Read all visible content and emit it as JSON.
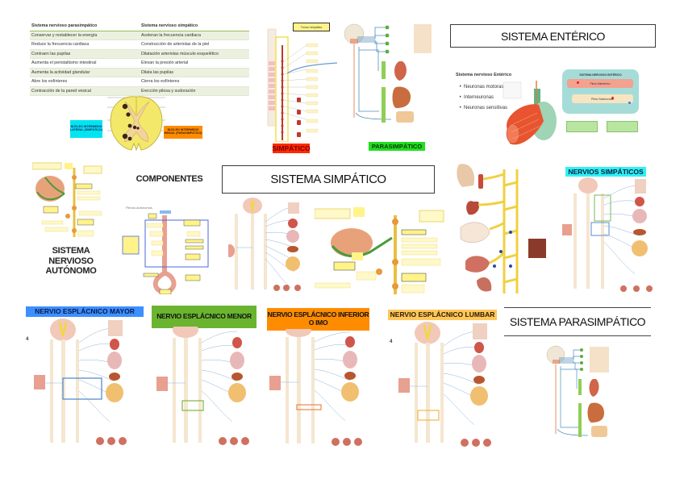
{
  "comparison_table": {
    "headers": [
      "Sistema nervioso parasimpático",
      "Sistema nervioso simpático"
    ],
    "rows": [
      [
        "Conservar y restablecer la energía",
        "Aceleran la frecuencia cardiaca"
      ],
      [
        "Reduce la frecuencia cardiaca",
        "Construcción de arteriolas de la piel"
      ],
      [
        "Contraen las pupilas",
        "Dilatación arteriolas músculo esquelético"
      ],
      [
        "Aumenta el peristaltismo intestinal",
        "Elevan la presión arterial"
      ],
      [
        "Aumenta la actividad glandular",
        "Dilata las pupilas"
      ],
      [
        "Abre los esfínteres",
        "Cierra los esfínteres"
      ],
      [
        "Contracción de la pared vesical",
        "Erección pilosa y sudoración"
      ]
    ]
  },
  "spinal_cord_diagram": {
    "left_label": "NÚCLEO INTERMEDIO LATERAL (SIMPÁTICO)",
    "right_label": "NÚCLEO INTERMEDIO MEDIAL (PARASIMPÁTICO)",
    "colors": {
      "left_label_bg": "#00e5f0",
      "right_label_bg": "#ff8c00"
    }
  },
  "sympathetic_chain_diagram": {
    "callout": "Tronco simpático",
    "caption": "SIMPÁTICO",
    "caption_bg": "#ff2a00",
    "caption_color": "#8b0000"
  },
  "parasympathetic_diagram": {
    "caption": "PARASIMPÁTICO",
    "caption_bg": "#22dd22",
    "caption_color": "#0a3a0a"
  },
  "enteric_section": {
    "title": "SISTEMA ENTÉRICO",
    "subtitle": "Sistema nervioso Entérico",
    "bullets": [
      "Neuronas motoras",
      "Interneuronas",
      "Neuronas sensitivas"
    ],
    "schema": {
      "title": "SISTEMA NERVIOSO ENTÉRICO",
      "plexus_1": "Plexo Mientérico",
      "plexus_2": "Plexo Submucosal"
    }
  },
  "autonomic_section": {
    "title_lines": [
      "SISTEMA",
      "NERVIOSO",
      "AUTÓNOMO"
    ],
    "components_label": "COMPONENTES",
    "plexus_label": "Plexos autónomos"
  },
  "sympathetic_section": {
    "title": "SISTEMA SIMPÁTICO"
  },
  "sympathetic_nerves": {
    "title": "NERVIOS SIMPÁTICOS",
    "title_bg": "#2ef2f2"
  },
  "splanchnic_nerves": [
    {
      "label": "NERVIO ESPLÁCNICO MAYOR",
      "bg": "#3d8fff",
      "highlight": "#4a86c8",
      "page_marker": "4"
    },
    {
      "label": "NERVIO ESPLÁCNICO MENOR",
      "bg": "#6ab42f",
      "highlight": "#7ab648",
      "page_marker": ""
    },
    {
      "label": "NERVIO ESPLÁCNICO INFERIOR O IMO",
      "bg": "#ff8c00",
      "highlight": "#e8874a",
      "page_marker": ""
    },
    {
      "label": "NERVIO ESPLÁCNICO LUMBAR",
      "bg": "#ffc659",
      "highlight": "#f0b848",
      "page_marker": "4"
    }
  ],
  "parasympathetic_section": {
    "title": "SISTEMA PARASIMPÁTICO"
  }
}
